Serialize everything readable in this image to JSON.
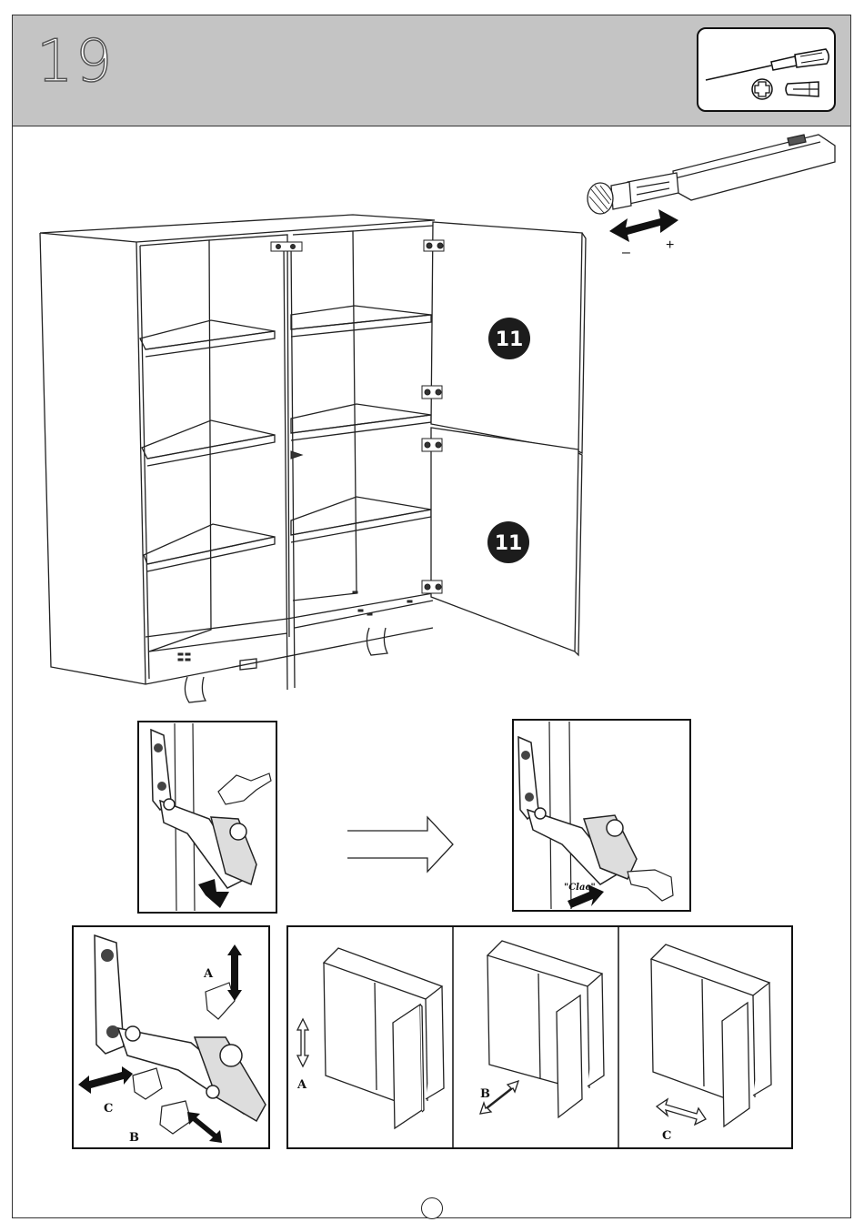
{
  "step": {
    "number": "19"
  },
  "doors": {
    "badge_label": "11"
  },
  "adjuster": {
    "minus_label": "–",
    "plus_label": "+"
  },
  "hinge_detail": {
    "click_label": "\"Clac\""
  },
  "adjust_labels": {
    "a": "A",
    "b": "B",
    "c": "C"
  }
}
